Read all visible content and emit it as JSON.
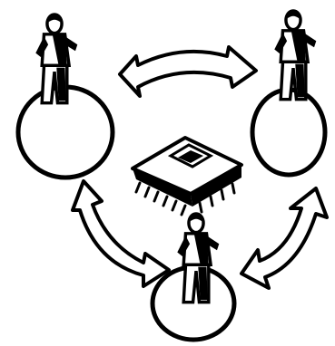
{
  "diagram": {
    "nodes": [
      {
        "id": "person-left",
        "icon": "person-on-circle-icon"
      },
      {
        "id": "person-right",
        "icon": "person-on-circle-icon"
      },
      {
        "id": "person-bottom",
        "icon": "person-on-circle-icon"
      },
      {
        "id": "chip",
        "icon": "microchip-icon"
      }
    ],
    "edges": [
      {
        "from": "person-left",
        "to": "person-right",
        "type": "double-arrow"
      },
      {
        "from": "person-left",
        "to": "person-bottom",
        "type": "double-arrow"
      },
      {
        "from": "person-right",
        "to": "person-bottom",
        "type": "double-arrow"
      }
    ],
    "colors": {
      "ink": "#000000",
      "paper": "#ffffff"
    }
  }
}
